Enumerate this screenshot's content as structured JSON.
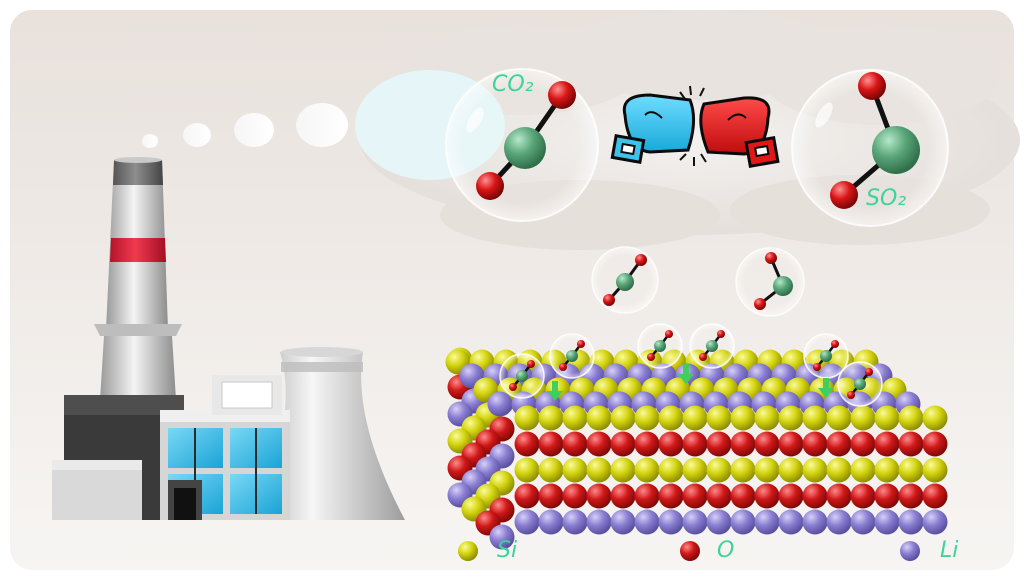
{
  "molecules": {
    "co2_label": "CO₂",
    "so2_label": "SO₂"
  },
  "legend": [
    {
      "label": "Si",
      "color": "#d4d40f"
    },
    {
      "label": "O",
      "color": "#d01818"
    },
    {
      "label": "Li",
      "color": "#8a7ed1"
    }
  ],
  "colors": {
    "background_panel": "#ede7e3",
    "sulfur_carbon_atom": "#5aa57a",
    "glove_blue": "#29c1ea",
    "glove_red": "#e01818",
    "stripe_red": "#e8243a",
    "label_green": "#3dd39a"
  },
  "icons": [
    "factory-icon",
    "smokestack-icon",
    "cooling-tower-icon",
    "boxing-glove-icon",
    "smoke-icon"
  ]
}
